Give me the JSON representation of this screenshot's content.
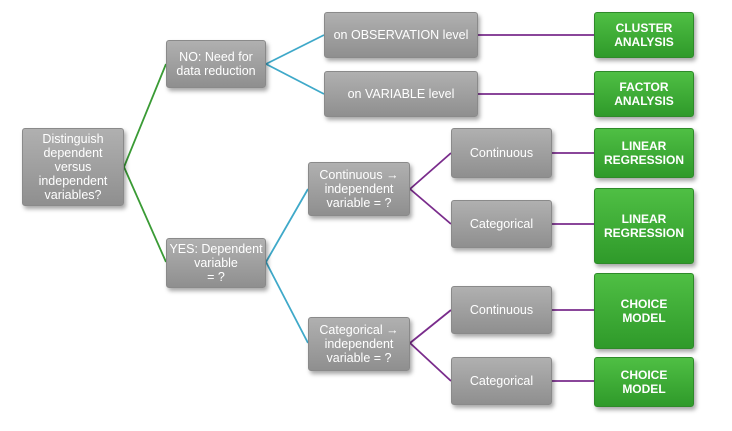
{
  "colors": {
    "box_gray": "#9e9e9e",
    "box_green": "#3aa535",
    "text": "#ffffff",
    "line_green": "#3a9b35",
    "line_blue": "#3fa9c9",
    "line_purple": "#7a2c8c"
  },
  "nodes": {
    "root": "Distinguish\ndependent\nversus\nindependent\nvariables?",
    "no": "NO: Need for\ndata reduction",
    "yes": "YES: Dependent\nvariable\n= ?",
    "observation": "on OBSERVATION level",
    "variable": "on VARIABLE level",
    "cont_indep": "Continuous →\nindependent\nvariable = ?",
    "cat_indep": "Categorical →\nindependent\nvariable = ?",
    "cont_1": "Continuous",
    "cat_1": "Categorical",
    "cont_2": "Continuous",
    "cat_2": "Categorical"
  },
  "results": {
    "cluster": "CLUSTER\nANALYSIS",
    "factor": "FACTOR\nANALYSIS",
    "linear_1": "LINEAR\nREGRESSION",
    "linear_2": "LINEAR\nREGRESSION",
    "choice_1": "CHOICE\nMODEL",
    "choice_2": "CHOICE\nMODEL"
  }
}
